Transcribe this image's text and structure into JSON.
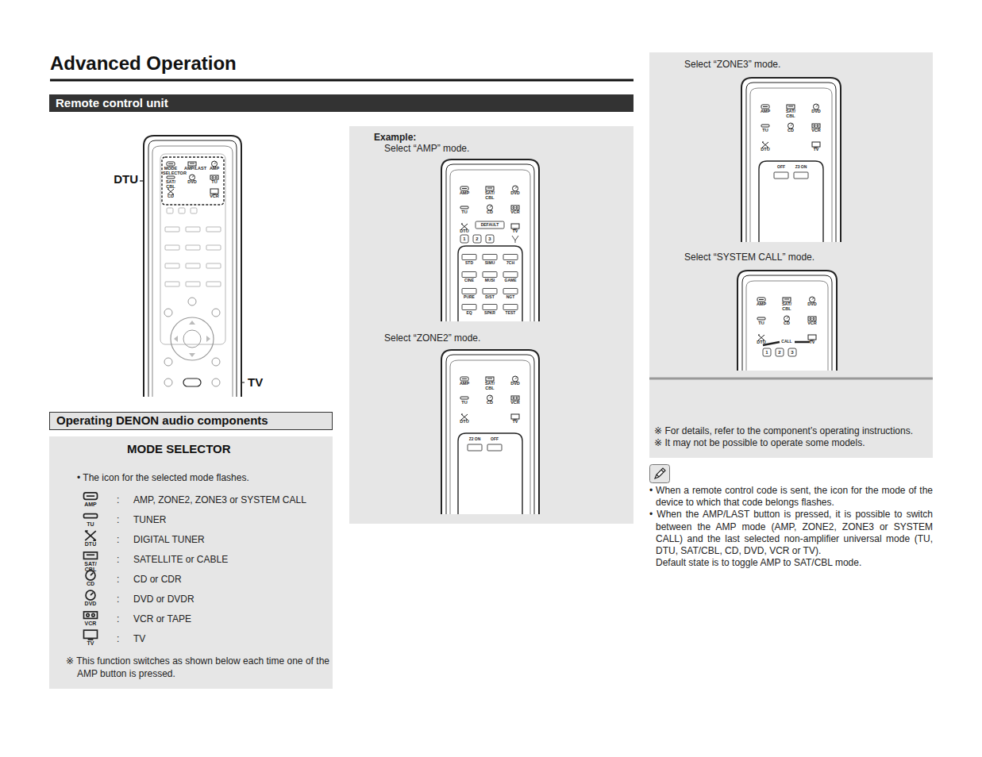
{
  "diagram": {
    "title": "Advanced Operation",
    "nodes": [
      {
        "text": [
          "Remote control unit"
        ]
      },
      {
        "text": [
          "Operating DENON audio components"
        ]
      },
      {
        "text": [
          "MODE SELECTOR",
          "• The icon for the selected mode flashes.",
          "※ This function switches as shown below each time one of the AMP button is pressed."
        ]
      },
      {
        "text": [
          "Example:",
          "Select “AMP” mode.",
          "Select “ZONE2” mode."
        ]
      },
      {
        "text": [
          "Select “ZONE3” mode.",
          "Select “SYSTEM CALL” mode.",
          "※ For details, refer to the component’s operating instructions.",
          "※ It may not be possible to operate some models."
        ]
      }
    ],
    "labels": [
      "MODE SELECTOR",
      "AMP/LAST",
      "AMP",
      "SAT/ CBL",
      "DVD",
      "TU",
      "CD",
      "VCR",
      "DTU",
      "TV",
      "AMP",
      ":",
      "AMP, ZONE2, ZONE3 or SYSTEM CALL",
      "TU",
      ":",
      "TUNER",
      "DTU",
      ":",
      "DIGITAL TUNER",
      "SAT/ CBL",
      ":",
      "SATELLITE or CABLE",
      "CD",
      ":",
      "CD or CDR",
      "DVD",
      ":",
      "DVD or DVDR",
      "VCR",
      ":",
      "VCR or TAPE",
      "TV",
      ":",
      "TV",
      "AMP",
      "SAT/ CBL",
      "DVD",
      "TU",
      "CD",
      "VCR",
      "DTU",
      "TV",
      "DEFAULT",
      "1",
      "2",
      "3",
      "STD",
      "SIMU",
      "7CH",
      "CINE",
      "MUSI",
      "GAME",
      "PURE",
      "D/ST",
      "NGT",
      "EQ",
      "SPKR",
      "TEST",
      "AMP",
      "SAT/ CBL",
      "DVD",
      "TU",
      "CD",
      "VCR",
      "DTU",
      "TV",
      "Z2 ON",
      "OFF",
      "AMP",
      "SAT/ CBL",
      "DVD",
      "TU",
      "CD",
      "VCR",
      "DTU",
      "TV",
      "OFF",
      "Z3 ON",
      "AMP",
      "SAT/ CBL",
      "DVD",
      "TU",
      "CD",
      "VCR",
      "DTU",
      "TV",
      "CALL",
      "1",
      "2",
      "3",
      "• When a remote control code is sent, the icon for the mode of the device to which that code belongs flashes.",
      "• When the AMP/LAST button is pressed, it is possible to switch between the AMP mode (AMP, ZONE2, ZONE3 or SYSTEM CALL) and the last selected non-amplifier universal mode (TU, DTU, SAT/CBL, CD, DVD, VCR or TV).",
      "Default state is to toggle AMP to SAT/CBL mode."
    ]
  }
}
